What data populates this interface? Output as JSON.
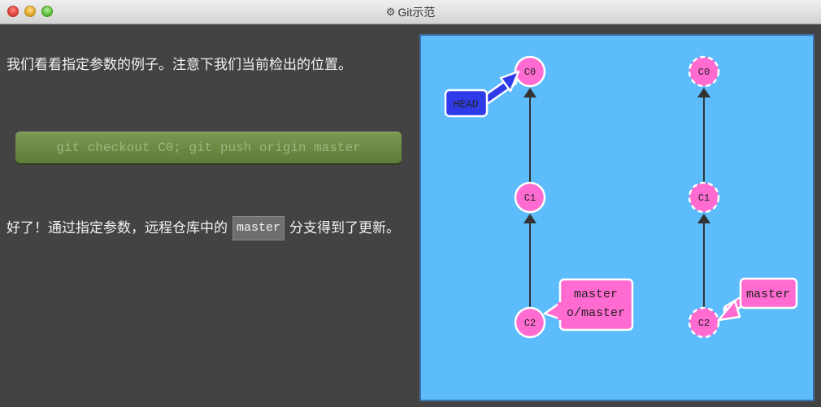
{
  "window": {
    "title": "Git示范",
    "title_icon": "gear-icon"
  },
  "left": {
    "paragraph1": "我们看看指定参数的例子。注意下我们当前检出的位置。",
    "command": "git checkout C0; git push origin master",
    "paragraph2_before": "好了！通过指定参数，远程仓库中的",
    "paragraph2_code": "master",
    "paragraph2_after": "分支得到了更新。"
  },
  "local_repo": {
    "commits": [
      "C0",
      "C1",
      "C2"
    ],
    "head_label": "HEAD",
    "branch_labels": [
      "master",
      "o/master"
    ]
  },
  "remote_repo": {
    "commits": [
      "C0",
      "C1",
      "C2"
    ],
    "branch_labels": [
      "master"
    ]
  },
  "colors": {
    "canvas_bg": "#5cbcfc",
    "commit_fill": "#ff6bd1",
    "head_fill": "#2f3be8",
    "command_button": "#6a8a45"
  }
}
